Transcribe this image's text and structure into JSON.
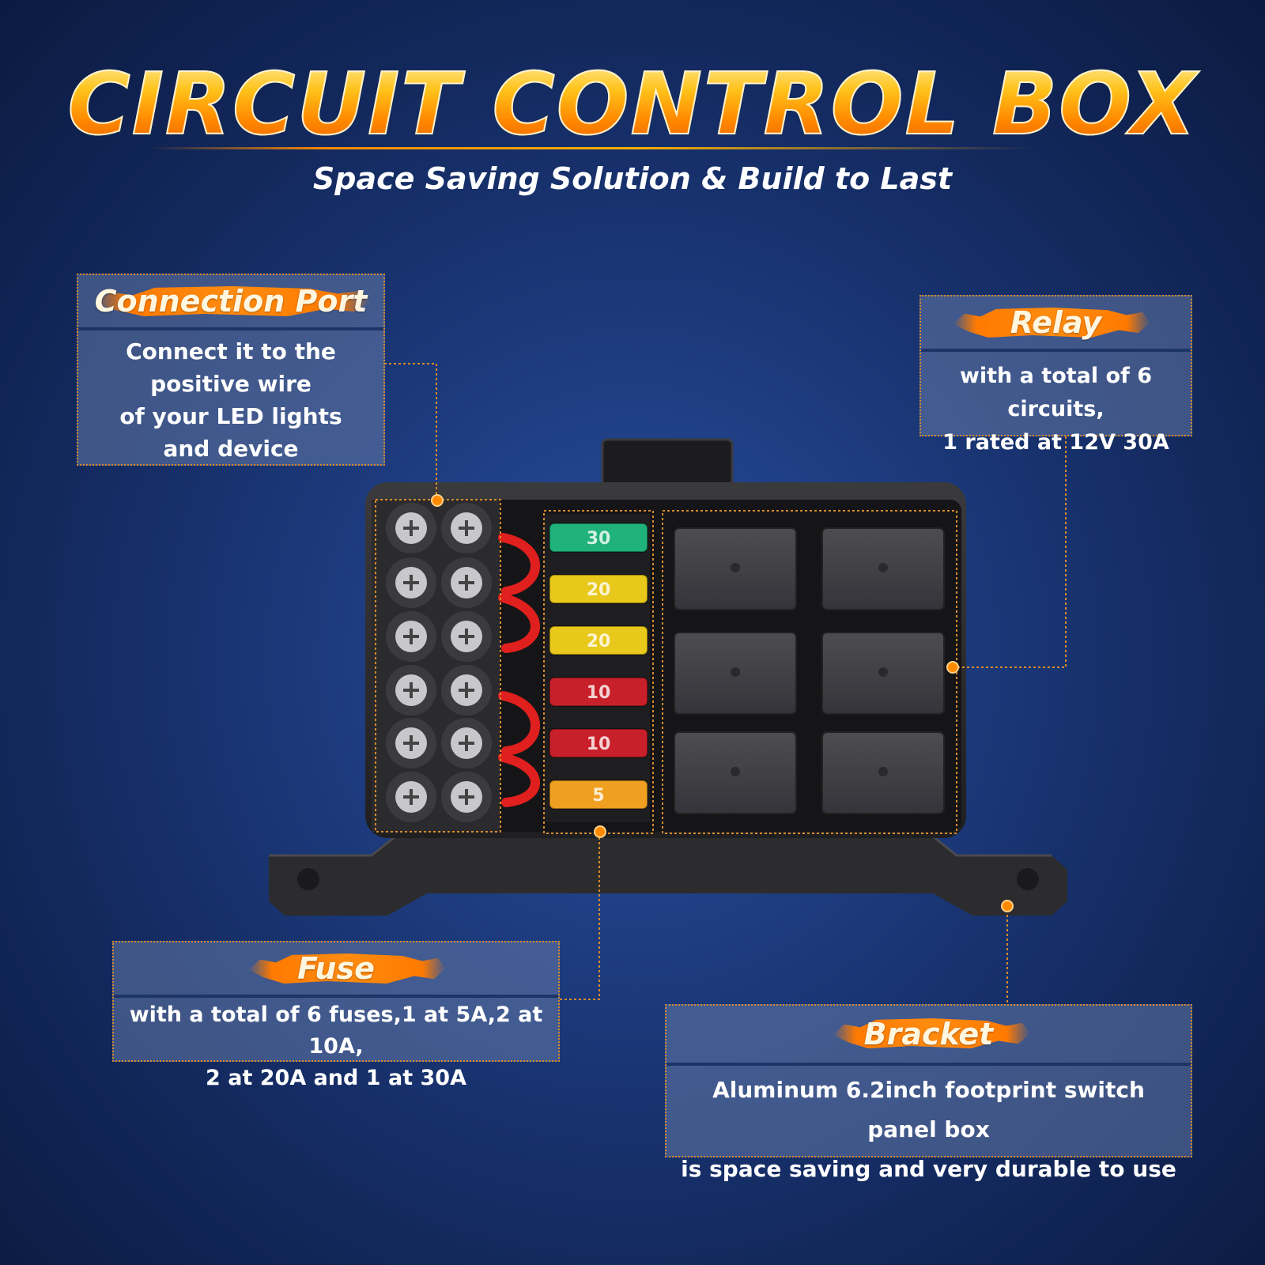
{
  "header": {
    "title": "CIRCUIT CONTROL BOX",
    "subtitle": "Space Saving Solution & Build to Last"
  },
  "callouts": {
    "connection_port": {
      "title": "Connection Port",
      "lines": [
        "Connect it to the",
        "positive wire",
        "of your LED lights",
        "and device"
      ]
    },
    "relay": {
      "title": "Relay",
      "lines": [
        "with a total of 6 circuits,",
        "1 rated at 12V 30A"
      ]
    },
    "fuse": {
      "title": "Fuse",
      "lines": [
        "with a total of 6 fuses,1 at 5A,2 at 10A,",
        "2 at 20A and 1 at 30A"
      ]
    },
    "bracket": {
      "title": "Bracket",
      "lines": [
        "Aluminum 6.2inch footprint switch panel box",
        "is space saving and very durable to use"
      ]
    }
  },
  "fuses": [
    {
      "label": "30",
      "color": "#1fb27a"
    },
    {
      "label": "20",
      "color": "#e8c81a"
    },
    {
      "label": "20",
      "color": "#e8c81a"
    },
    {
      "label": "10",
      "color": "#c8202a"
    },
    {
      "label": "10",
      "color": "#c8202a"
    },
    {
      "label": "5",
      "color": "#f0a020"
    }
  ],
  "colors": {
    "accent": "#ff8a00",
    "background": "#1c3a7c",
    "box": "#2a2a2c"
  }
}
